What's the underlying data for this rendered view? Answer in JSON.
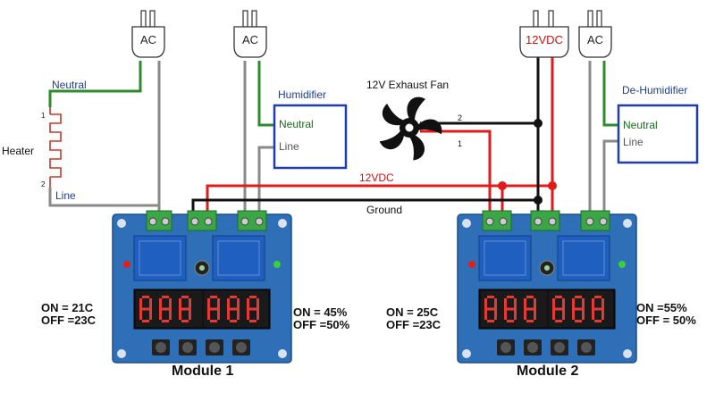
{
  "plugs": {
    "ac1": "AC",
    "ac2": "AC",
    "dc": "12VDC",
    "ac3": "AC"
  },
  "heater": {
    "label": "Heater",
    "neutral": "Neutral",
    "line": "Line",
    "pin_top": "1",
    "pin_bottom": "2"
  },
  "humidifier": {
    "title": "Humidifier",
    "neutral": "Neutral",
    "line": "Line"
  },
  "dehumidifier": {
    "title": "De-Humidifier",
    "neutral": "Neutral",
    "line": "Line"
  },
  "fan": {
    "label": "12V Exhaust Fan",
    "pin_2": "2",
    "pin_1": "1"
  },
  "bus": {
    "dc_label": "12VDC",
    "ground_label": "Ground"
  },
  "module1": {
    "title": "Module 1",
    "temp_on": "ON = 21C",
    "temp_off": "OFF =23C",
    "hum_on": "ON = 45%",
    "hum_off": "OFF =50%"
  },
  "module2": {
    "title": "Module 2",
    "temp_on": "ON = 25C",
    "temp_off": "OFF =23C",
    "hum_on": "ON =55%",
    "hum_off": "OFF = 50%"
  },
  "colors": {
    "neutral_wire": "#2e8b2e",
    "line_wire": "#8a8a8a",
    "dc_wire": "#e01b1b",
    "ground_wire": "#111111",
    "box_border": "#1f3cb0",
    "board": "#2f6fb8",
    "terminal": "#3aa645",
    "relay": "#1f5fbf"
  }
}
